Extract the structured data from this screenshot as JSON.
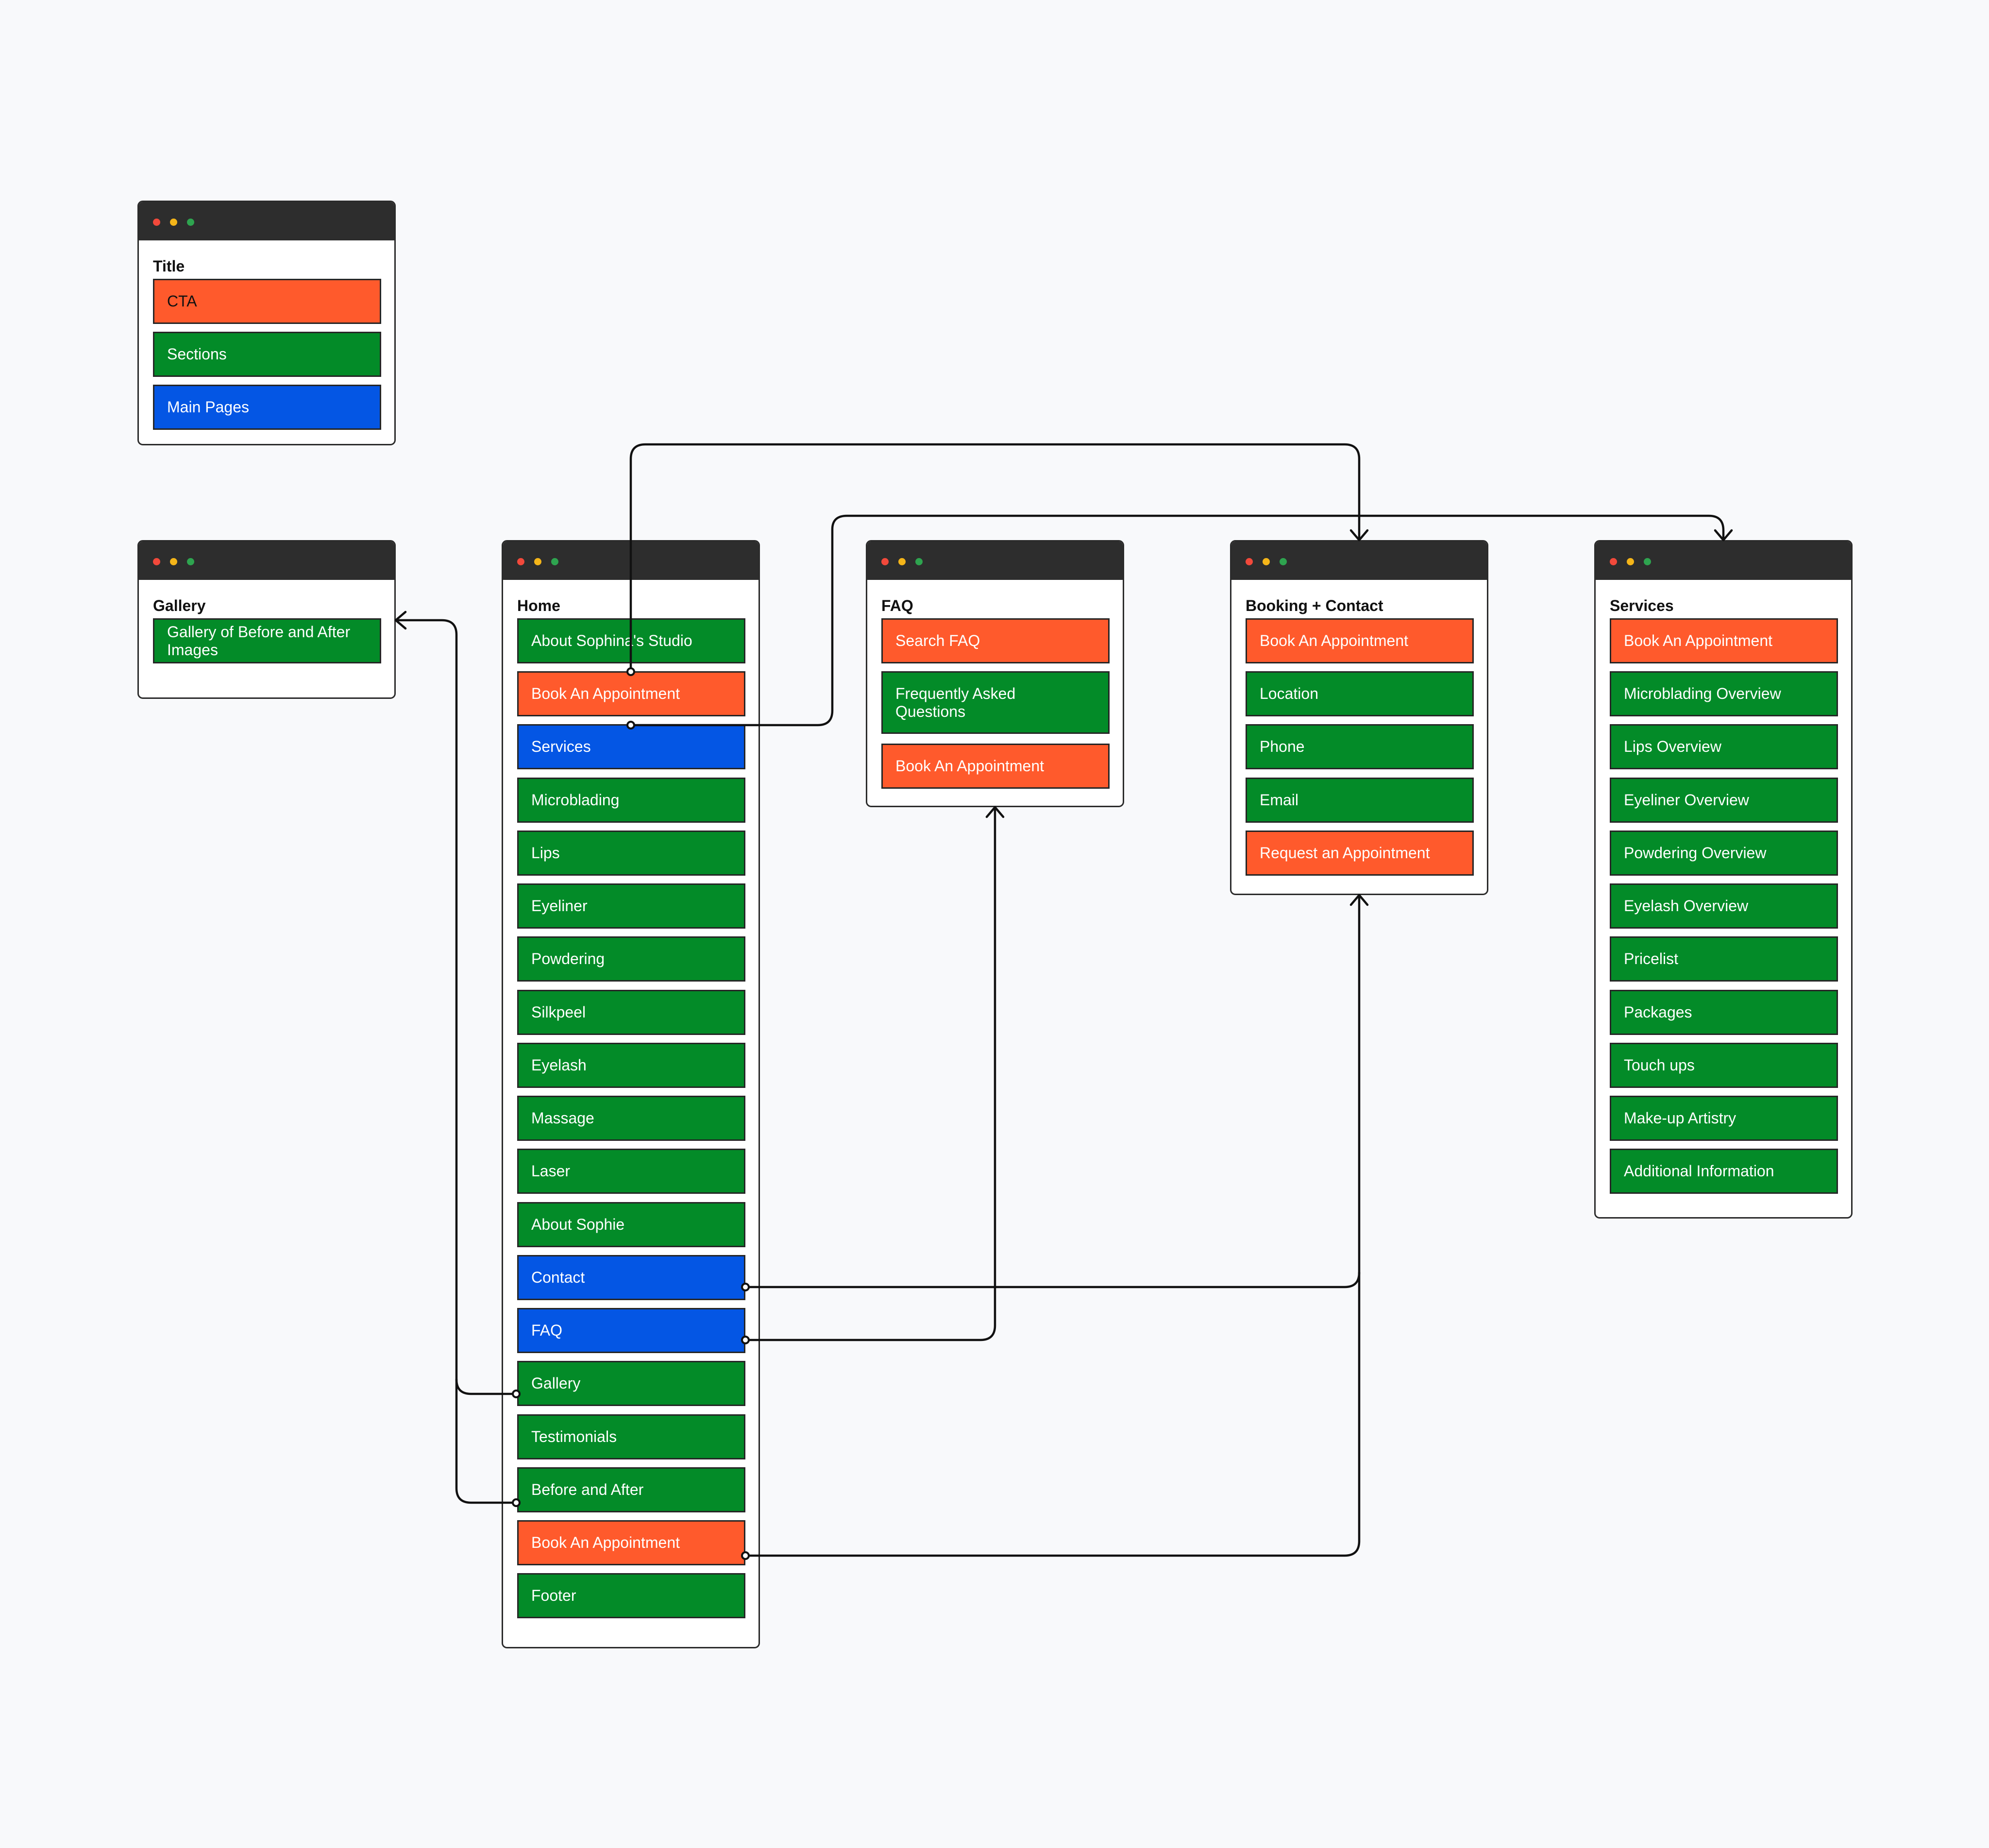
{
  "colors": {
    "cta": "#ff5a2c",
    "section": "#038b28",
    "main_page": "#0456e4",
    "titlebar": "#2d2d2d",
    "connector": "#111111"
  },
  "legend": {
    "title": "Title",
    "items": [
      {
        "label": "CTA",
        "kind": "cta"
      },
      {
        "label": "Sections",
        "kind": "section"
      },
      {
        "label": "Main Pages",
        "kind": "main"
      }
    ]
  },
  "gallery": {
    "title": "Gallery",
    "items": [
      {
        "label": "Gallery of Before and After Images",
        "kind": "section"
      }
    ]
  },
  "home": {
    "title": "Home",
    "items": [
      {
        "label": "About Sophina's Studio",
        "kind": "section"
      },
      {
        "label": "Book An Appointment",
        "kind": "cta"
      },
      {
        "label": "Services",
        "kind": "main"
      },
      {
        "label": "Microblading",
        "kind": "section"
      },
      {
        "label": "Lips",
        "kind": "section"
      },
      {
        "label": "Eyeliner",
        "kind": "section"
      },
      {
        "label": "Powdering",
        "kind": "section"
      },
      {
        "label": "Silkpeel",
        "kind": "section"
      },
      {
        "label": "Eyelash",
        "kind": "section"
      },
      {
        "label": "Massage",
        "kind": "section"
      },
      {
        "label": "Laser",
        "kind": "section"
      },
      {
        "label": "About Sophie",
        "kind": "section"
      },
      {
        "label": "Contact",
        "kind": "main"
      },
      {
        "label": "FAQ",
        "kind": "main"
      },
      {
        "label": "Gallery",
        "kind": "section"
      },
      {
        "label": "Testimonials",
        "kind": "section"
      },
      {
        "label": "Before and After",
        "kind": "section"
      },
      {
        "label": "Book An Appointment",
        "kind": "cta"
      },
      {
        "label": "Footer",
        "kind": "section"
      }
    ]
  },
  "faq": {
    "title": "FAQ",
    "items": [
      {
        "label": "Search FAQ",
        "kind": "cta"
      },
      {
        "label": "Frequently Asked Questions",
        "kind": "section"
      },
      {
        "label": "Book An Appointment",
        "kind": "cta"
      }
    ]
  },
  "booking": {
    "title": "Booking + Contact",
    "items": [
      {
        "label": "Book An Appointment",
        "kind": "cta"
      },
      {
        "label": "Location",
        "kind": "section"
      },
      {
        "label": "Phone",
        "kind": "section"
      },
      {
        "label": "Email",
        "kind": "section"
      },
      {
        "label": "Request an Appointment",
        "kind": "cta"
      }
    ]
  },
  "services": {
    "title": "Services",
    "items": [
      {
        "label": "Book An Appointment",
        "kind": "cta"
      },
      {
        "label": "Microblading Overview",
        "kind": "section"
      },
      {
        "label": "Lips Overview",
        "kind": "section"
      },
      {
        "label": "Eyeliner Overview",
        "kind": "section"
      },
      {
        "label": "Powdering Overview",
        "kind": "section"
      },
      {
        "label": "Eyelash Overview",
        "kind": "section"
      },
      {
        "label": "Pricelist",
        "kind": "section"
      },
      {
        "label": "Packages",
        "kind": "section"
      },
      {
        "label": "Touch ups",
        "kind": "section"
      },
      {
        "label": "Make-up Artistry",
        "kind": "section"
      },
      {
        "label": "Additional Information",
        "kind": "section"
      }
    ]
  },
  "connections": [
    {
      "from": "home-book-an-appointment",
      "to": "booking-window"
    },
    {
      "from": "home-services",
      "to": "services-window"
    },
    {
      "from": "home-contact",
      "to": "booking-window"
    },
    {
      "from": "home-faq",
      "to": "faq-window"
    },
    {
      "from": "home-gallery",
      "to": "gallery-window"
    },
    {
      "from": "home-before-and-after",
      "to": "gallery-window"
    },
    {
      "from": "home-book-an-appointment-bottom",
      "to": "booking-window"
    }
  ]
}
